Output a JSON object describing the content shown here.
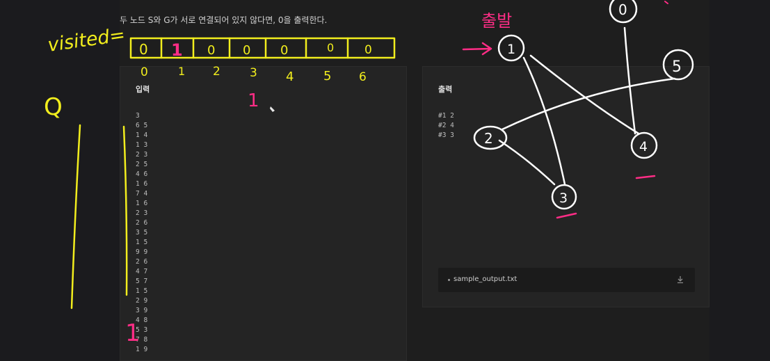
{
  "problem": {
    "description": "두 노드 S와 G가 서로 연결되어 있지 않다면, 0을 출력한다."
  },
  "input_panel": {
    "title": "입력",
    "lines": [
      "3",
      "6 5",
      "1 4",
      "1 3",
      "2 3",
      "2 5",
      "4 6",
      "1 6",
      "7 4",
      "1 6",
      "2 3",
      "2 6",
      "3 5",
      "1 5",
      "9 9",
      "2 6",
      "4 7",
      "5 7",
      "1 5",
      "2 9",
      "3 9",
      "4 8",
      "5 3",
      "7 8",
      "1 9"
    ]
  },
  "output_panel": {
    "title": "출력",
    "lines": [
      "#1 2",
      "#2 4",
      "#3 3"
    ],
    "download": {
      "file_name": "sample_output.txt",
      "icon": "download-icon"
    }
  },
  "annotations": {
    "visited_label": "visited=",
    "visited_values": [
      "0",
      "1",
      "0",
      "0",
      "0",
      "0",
      "0"
    ],
    "visited_indices": [
      "0",
      "1",
      "2",
      "3",
      "4",
      "5",
      "6"
    ],
    "queue_label": "Q",
    "start_label": "출발",
    "marker_one": "1",
    "queue_item": "1",
    "graph_nodes": [
      "0",
      "1",
      "2",
      "3",
      "4",
      "5"
    ],
    "colors": {
      "yellow": "#f2ee1d",
      "pink": "#ff2d86",
      "white": "#ffffff"
    }
  }
}
